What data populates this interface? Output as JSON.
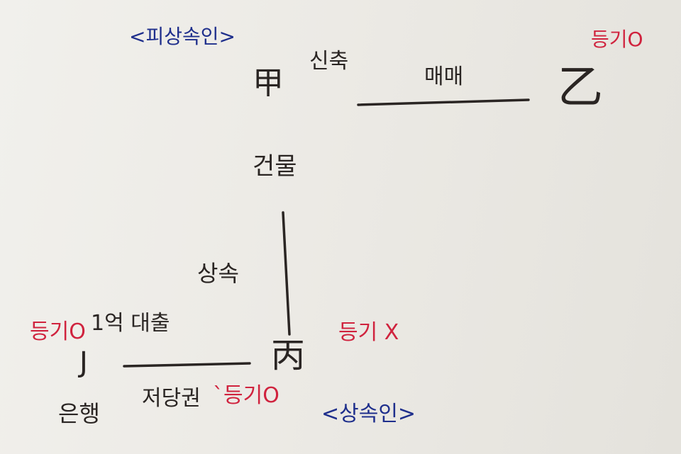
{
  "diagram": {
    "colors": {
      "ink": "#2a2523",
      "blue": "#1f2f8c",
      "red": "#d0233e"
    },
    "labels": {
      "decedent_role": "<피상속인>",
      "heir_role": "<상속인>",
      "person_gap": "甲",
      "person_eul": "乙",
      "person_byeong": "丙",
      "person_jeong": "J",
      "relation_trust": "신축",
      "relation_sale": "매매",
      "relation_inherit": "상속",
      "building": "건물",
      "registration_eul": "등기O",
      "registration_byeong": "등기 X",
      "registration_jeong": "등기O",
      "transfer_note": "1억 대출",
      "bank": "은행",
      "mortgage": "저당권",
      "mortgage_registration": "`등기O"
    }
  }
}
